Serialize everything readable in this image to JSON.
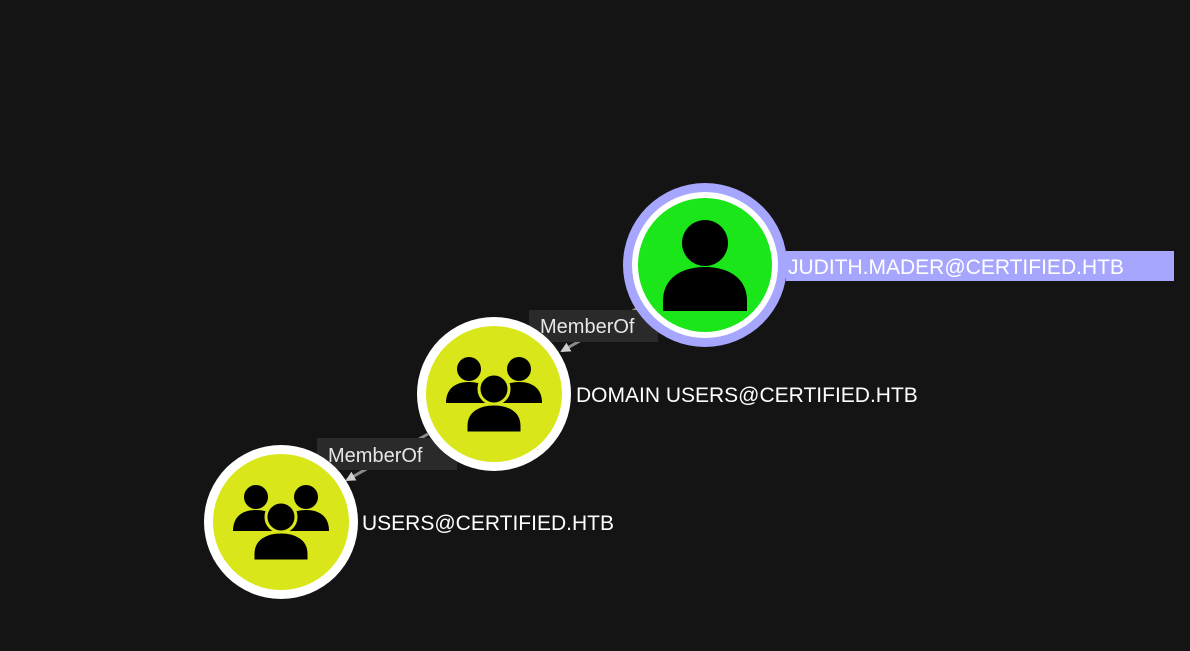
{
  "graph": {
    "nodes": [
      {
        "id": "judith",
        "label": "JUDITH.MADER@CERTIFIED.HTB",
        "kind": "user",
        "icon": "user-icon",
        "fill": "#1ae61a",
        "selected": true
      },
      {
        "id": "domain_users",
        "label": "DOMAIN USERS@CERTIFIED.HTB",
        "kind": "group",
        "icon": "group-icon",
        "fill": "#d9e61a",
        "selected": false
      },
      {
        "id": "users",
        "label": "USERS@CERTIFIED.HTB",
        "kind": "group",
        "icon": "group-icon",
        "fill": "#d9e61a",
        "selected": false
      }
    ],
    "edges": [
      {
        "from": "judith",
        "to": "domain_users",
        "label": "MemberOf"
      },
      {
        "from": "domain_users",
        "to": "users",
        "label": "MemberOf"
      }
    ]
  },
  "colors": {
    "background": "#141414",
    "selected_ring": "#a6a6ff",
    "selected_label_bg": "#a6a6ff",
    "node_ring": "#ffffff",
    "edge": "#8c8c8c",
    "edge_label_bg": "#2a2a2a"
  }
}
